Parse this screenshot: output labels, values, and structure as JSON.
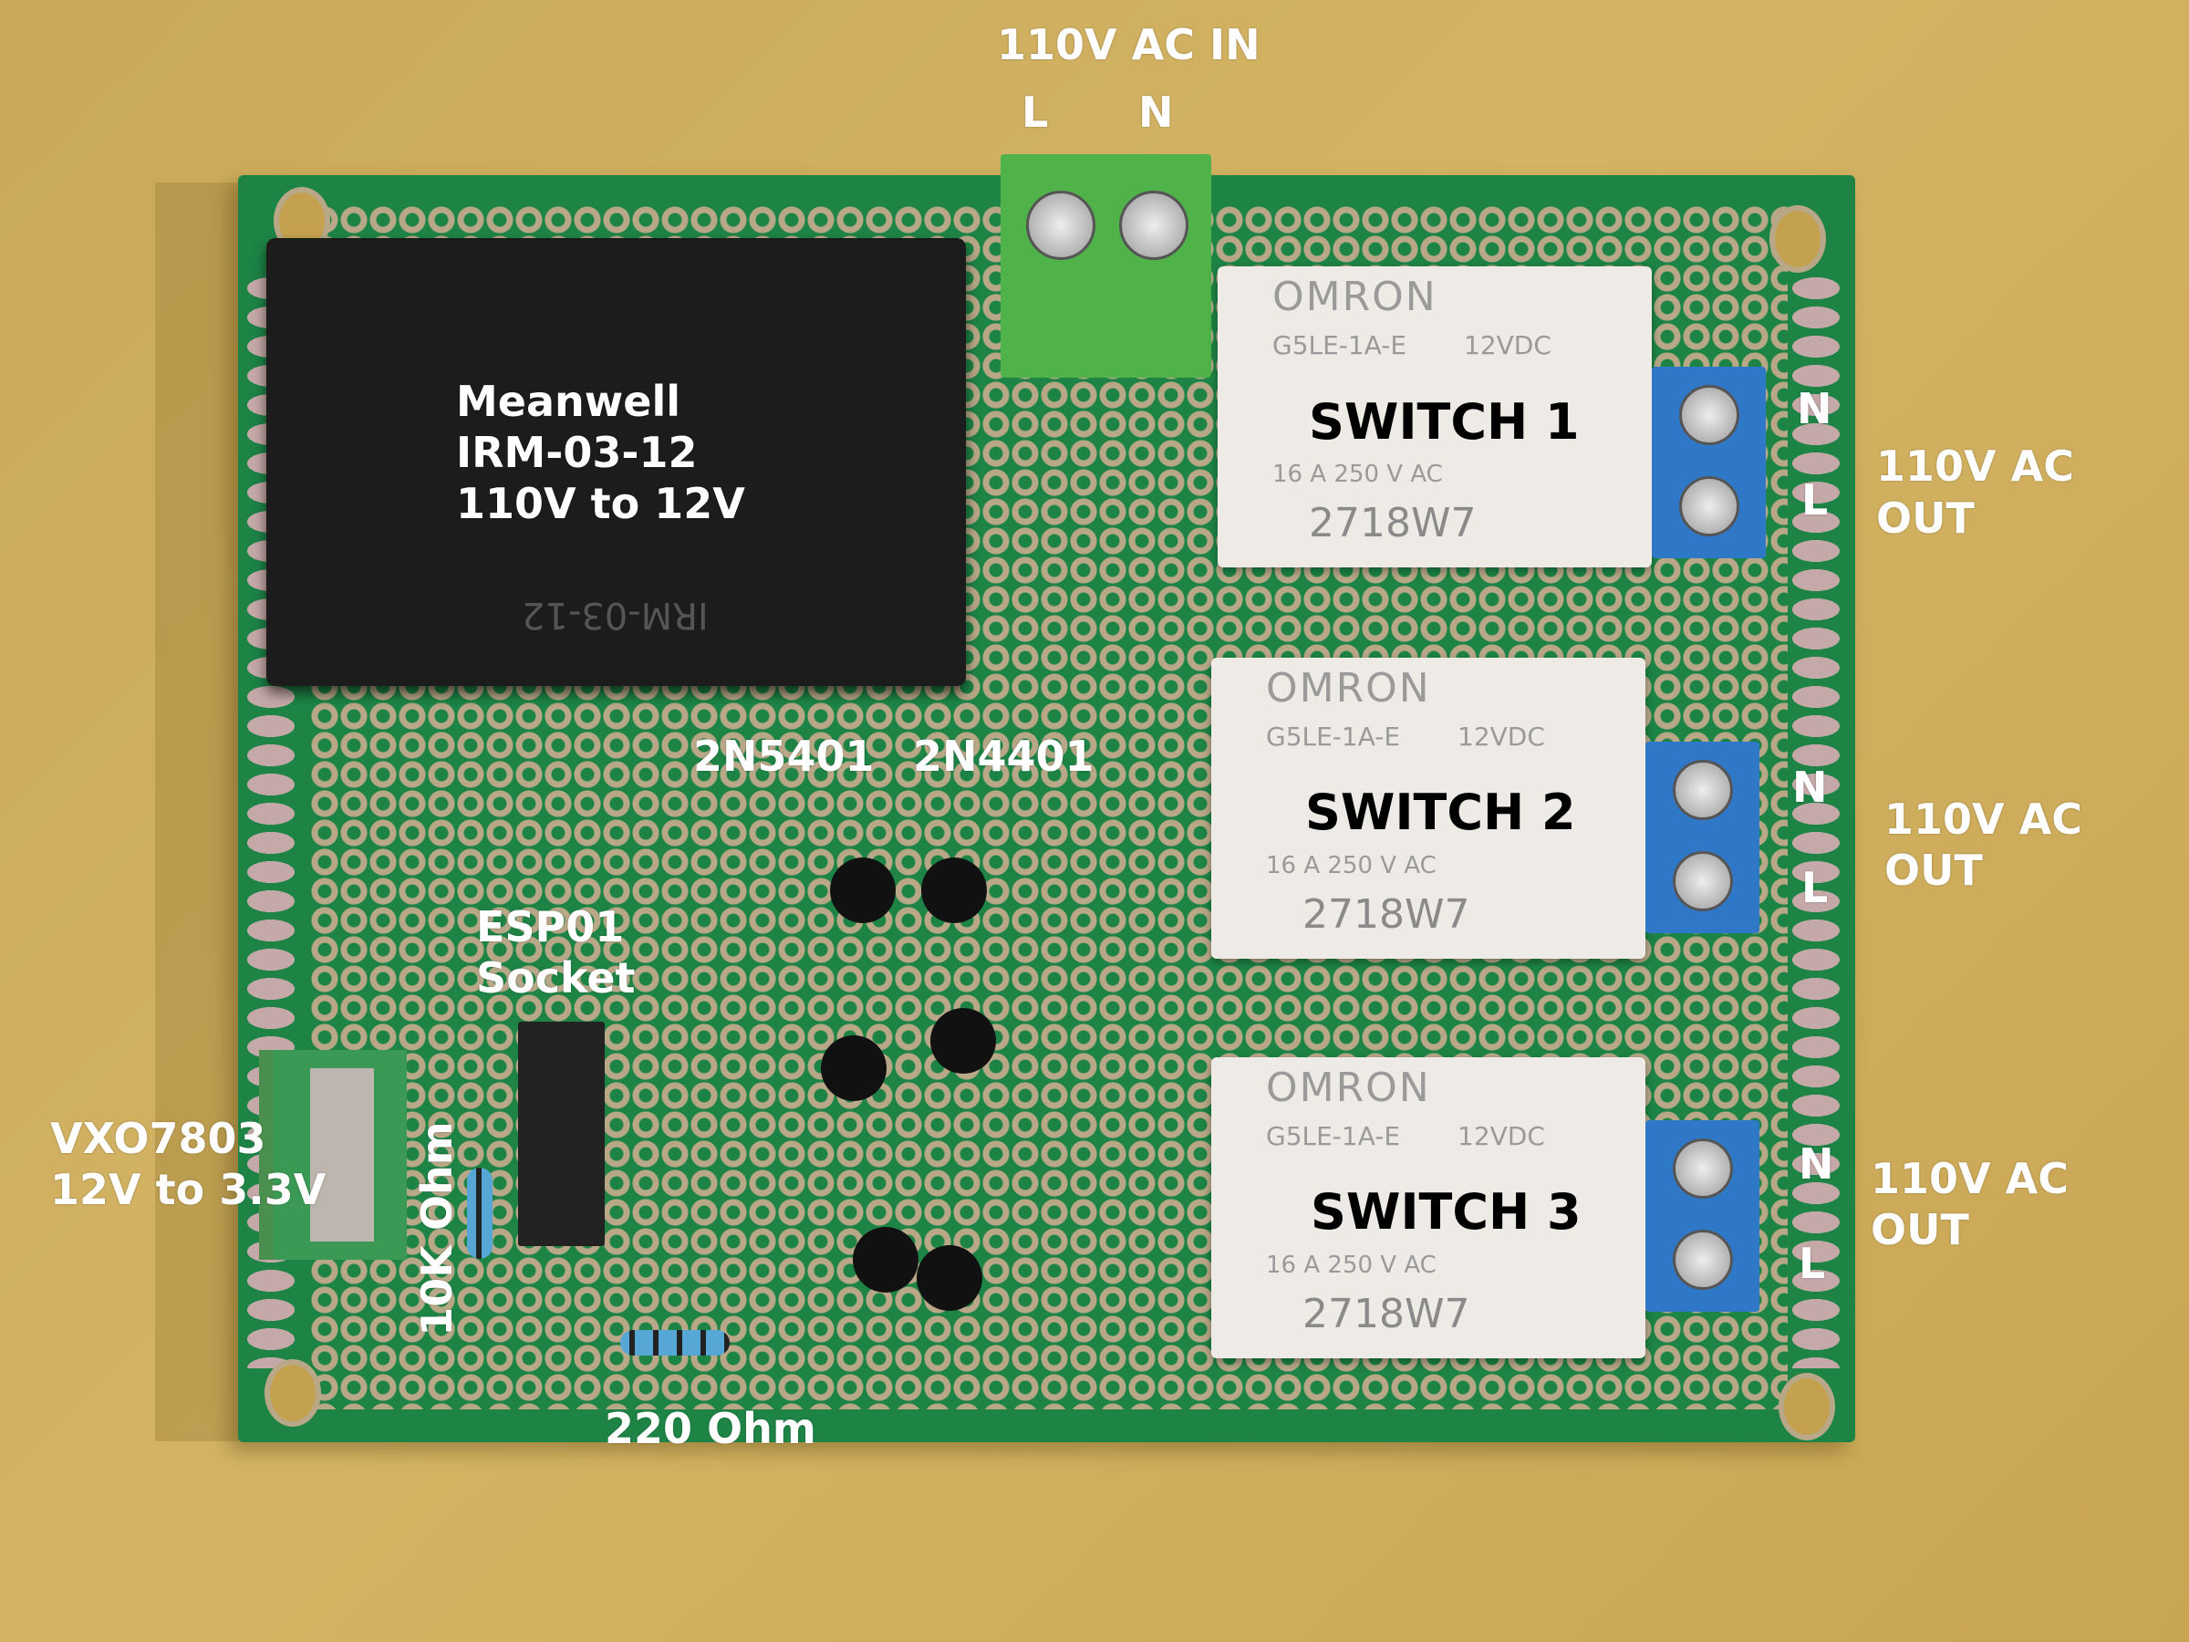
{
  "labels": {
    "ac_in": "110V AC IN",
    "ac_in_l": "L",
    "ac_in_n": "N",
    "psu": [
      "Meanwell",
      "IRM-03-12",
      "110V to 12V"
    ],
    "switches": [
      "SWITCH 1",
      "SWITCH 2",
      "SWITCH 3"
    ],
    "outputs": [
      {
        "n": "N",
        "l": "L",
        "line1": "110V AC",
        "line2": "OUT"
      },
      {
        "n": "N",
        "l": "L",
        "line1": "110V AC",
        "line2": "OUT"
      },
      {
        "n": "N",
        "l": "L",
        "line1": "110V AC",
        "line2": "OUT"
      }
    ],
    "transistor_pnp": "2N5401",
    "transistor_npn": "2N4401",
    "esp": [
      "ESP01",
      "Socket"
    ],
    "regulator": [
      "VXO7803",
      "12V to 3.3V"
    ],
    "resistor_10k": "10K Ohm",
    "resistor_220": "220 Ohm"
  },
  "component_print": {
    "relay_brand": "OMRON",
    "relay_model": [
      "G5LE-1A-E",
      "12VDC"
    ],
    "relay_rating": "16 A 250 V AC",
    "relay_code": "2718W7",
    "psu_model": "IRM-03-12"
  },
  "colors": {
    "background": "#cfae5e",
    "board": "#1d8446",
    "annotation_text": "#ffffff",
    "switch_text": "#000000"
  }
}
